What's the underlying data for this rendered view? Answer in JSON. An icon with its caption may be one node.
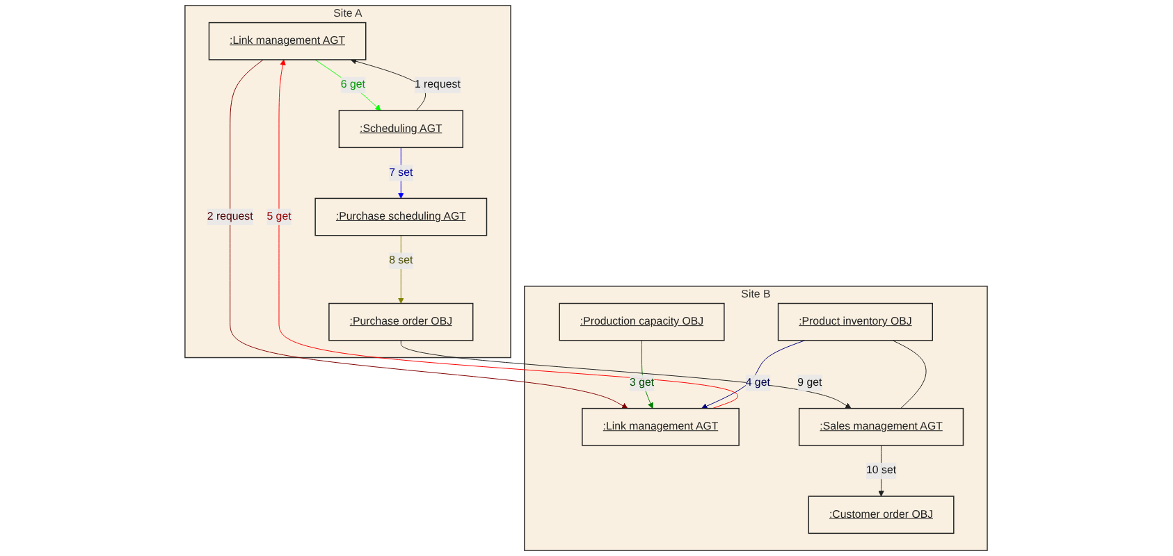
{
  "diagram": {
    "nodes": [
      {
        "text": [
          "Site A"
        ]
      },
      {
        "text": [
          ":Link management AGT"
        ],
        "in": 0
      },
      {
        "text": [
          ":Purchase scheduling AGT"
        ],
        "in": 0
      },
      {
        "text": [
          ":Scheduling AGT"
        ],
        "in": 0
      },
      {
        "text": [
          ":Purchase order OBJ"
        ],
        "in": 0
      },
      {
        "text": [
          "Site B"
        ]
      },
      {
        "text": [
          ":Link management AGT"
        ],
        "in": 5
      },
      {
        "text": [
          ":Production capacity OBJ"
        ],
        "in": 5
      },
      {
        "text": [
          ":Product inventory OBJ"
        ],
        "in": 5
      },
      {
        "text": [
          ":Sales management AGT"
        ],
        "in": 5
      },
      {
        "text": [
          ":Customer order OBJ"
        ],
        "in": 5
      }
    ],
    "edges": [
      {
        "from": 3,
        "to": 1,
        "arrow": "to",
        "label": "1 request"
      },
      {
        "from": 1,
        "to": 6,
        "arrow": "to",
        "label": "2 request",
        "color": "#800000"
      },
      {
        "from": 7,
        "to": 6,
        "arrow": "to",
        "label": "3 get",
        "color": "#008000"
      },
      {
        "from": 8,
        "to": 6,
        "arrow": "to",
        "label": "4 get",
        "color": "#000080"
      },
      {
        "from": 6,
        "to": 1,
        "arrow": "to",
        "label": "5 get",
        "color": "#ff0000"
      },
      {
        "from": 1,
        "to": 3,
        "arrow": "to",
        "label": "6 get",
        "color": "#00ff00"
      },
      {
        "from": 3,
        "to": 2,
        "arrow": "to",
        "label": "7 set",
        "color": "#0000ff"
      },
      {
        "from": 2,
        "to": 4,
        "arrow": "to",
        "label": "8 set",
        "color": "#808000"
      },
      {
        "from": 4,
        "to": 9,
        "arrow": "to",
        "label": "9 get"
      },
      {
        "from": 9,
        "to": 10,
        "arrow": "to",
        "label": "10 set"
      },
      {
        "from": 8,
        "to": 9,
        "arrow": "none"
      }
    ]
  }
}
